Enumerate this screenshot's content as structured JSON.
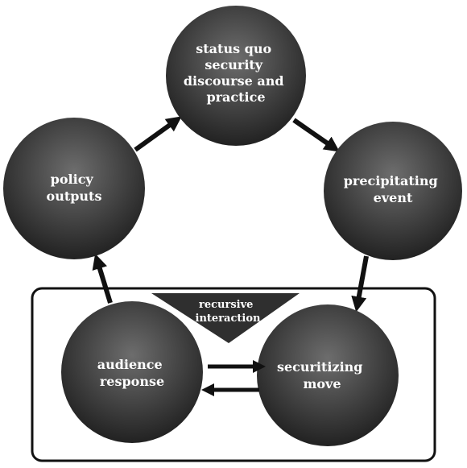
{
  "nodes": {
    "status_quo": {
      "lines": [
        "status quo",
        "security",
        "discourse and",
        "practice"
      ]
    },
    "precipitating_event": {
      "lines": [
        "precipitating",
        "event"
      ]
    },
    "securitizing_move": {
      "lines": [
        "securitizing",
        "move"
      ]
    },
    "audience_response": {
      "lines": [
        "audience",
        "response"
      ]
    },
    "policy_outputs": {
      "lines": [
        "policy",
        "outputs"
      ]
    }
  },
  "recursive_interaction": {
    "lines": [
      "recursive",
      "interaction"
    ]
  },
  "colors": {
    "node_light": "#6d6d6d",
    "node_dark": "#1e1e1e",
    "arrow": "#111111",
    "frame": "#111111",
    "wedge": "#2f2f2f",
    "text": "#ffffff"
  }
}
